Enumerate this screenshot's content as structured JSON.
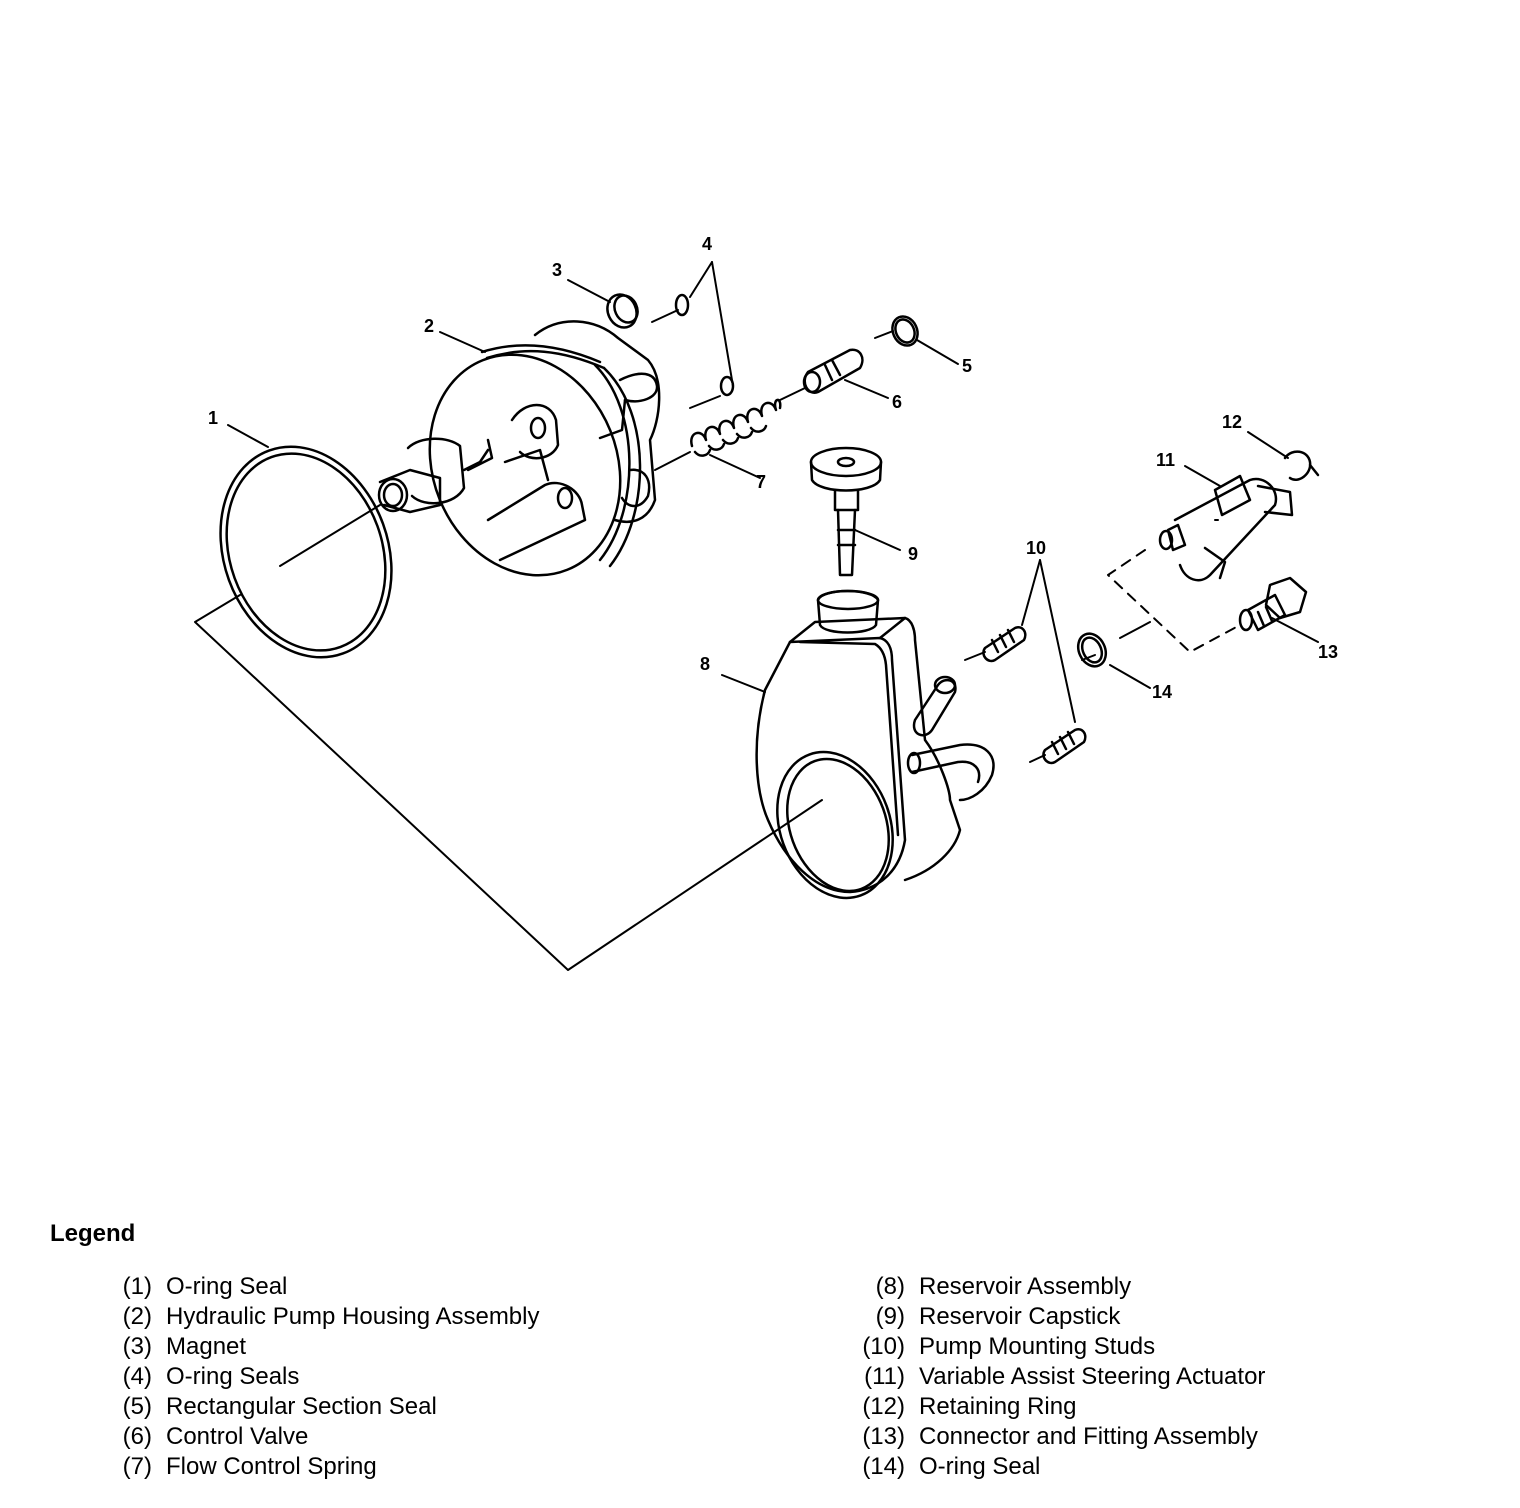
{
  "callouts": {
    "c1": "1",
    "c2": "2",
    "c3": "3",
    "c4": "4",
    "c5": "5",
    "c6": "6",
    "c7": "7",
    "c8": "8",
    "c9": "9",
    "c10": "10",
    "c11": "11",
    "c12": "12",
    "c13": "13",
    "c14": "14"
  },
  "legend": {
    "title": "Legend",
    "left": [
      {
        "num": "(1)",
        "text": "O-ring Seal"
      },
      {
        "num": "(2)",
        "text": "Hydraulic Pump Housing Assembly"
      },
      {
        "num": "(3)",
        "text": "Magnet"
      },
      {
        "num": "(4)",
        "text": "O-ring Seals"
      },
      {
        "num": "(5)",
        "text": "Rectangular Section Seal"
      },
      {
        "num": "(6)",
        "text": "Control Valve"
      },
      {
        "num": "(7)",
        "text": "Flow Control Spring"
      }
    ],
    "right": [
      {
        "num": "(8)",
        "text": "Reservoir Assembly"
      },
      {
        "num": "(9)",
        "text": "Reservoir Capstick"
      },
      {
        "num": "(10)",
        "text": "Pump Mounting Studs"
      },
      {
        "num": "(11)",
        "text": "Variable Assist Steering Actuator"
      },
      {
        "num": "(12)",
        "text": "Retaining Ring"
      },
      {
        "num": "(13)",
        "text": "Connector and Fitting Assembly"
      },
      {
        "num": "(14)",
        "text": "O-ring Seal"
      }
    ]
  }
}
